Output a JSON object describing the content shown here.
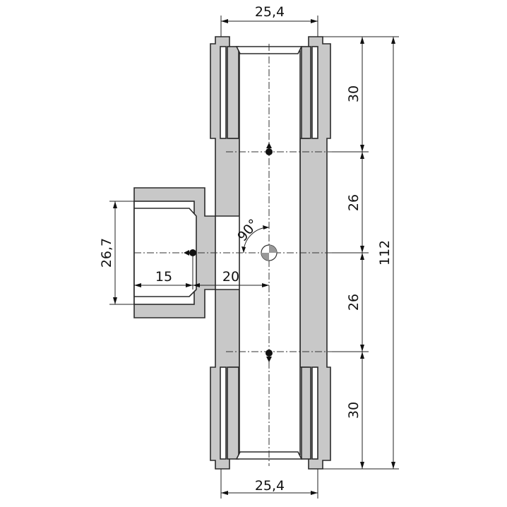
{
  "dimensions": {
    "top_width": "25,4",
    "bottom_width": "25,4",
    "top_socket_length": "30",
    "upper_center_offset": "26",
    "lower_center_offset": "26",
    "bottom_socket_length": "30",
    "total_length": "112",
    "branch_diameter": "26,7",
    "branch_socket_depth": "15",
    "branch_center_offset": "20",
    "branch_angle": "90°"
  }
}
